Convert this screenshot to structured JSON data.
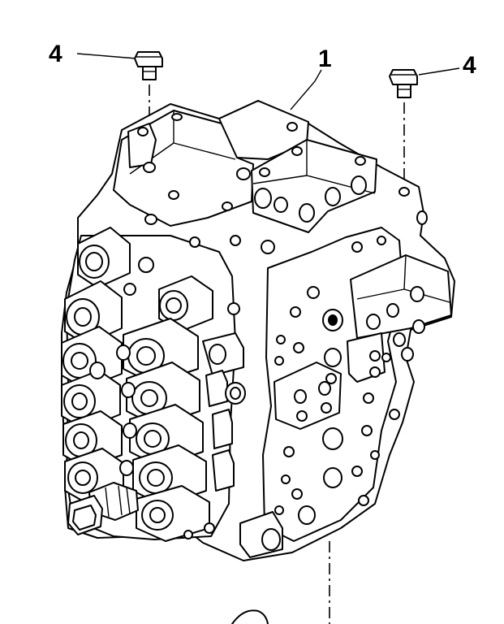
{
  "figure": {
    "callouts": [
      {
        "label": "1",
        "part": "control-valve-assembly"
      },
      {
        "label": "4",
        "part": "bolt-left"
      },
      {
        "label": "4",
        "part": "bolt-right"
      }
    ],
    "colors": {
      "ink": "#000000",
      "paper": "#ffffff"
    }
  }
}
